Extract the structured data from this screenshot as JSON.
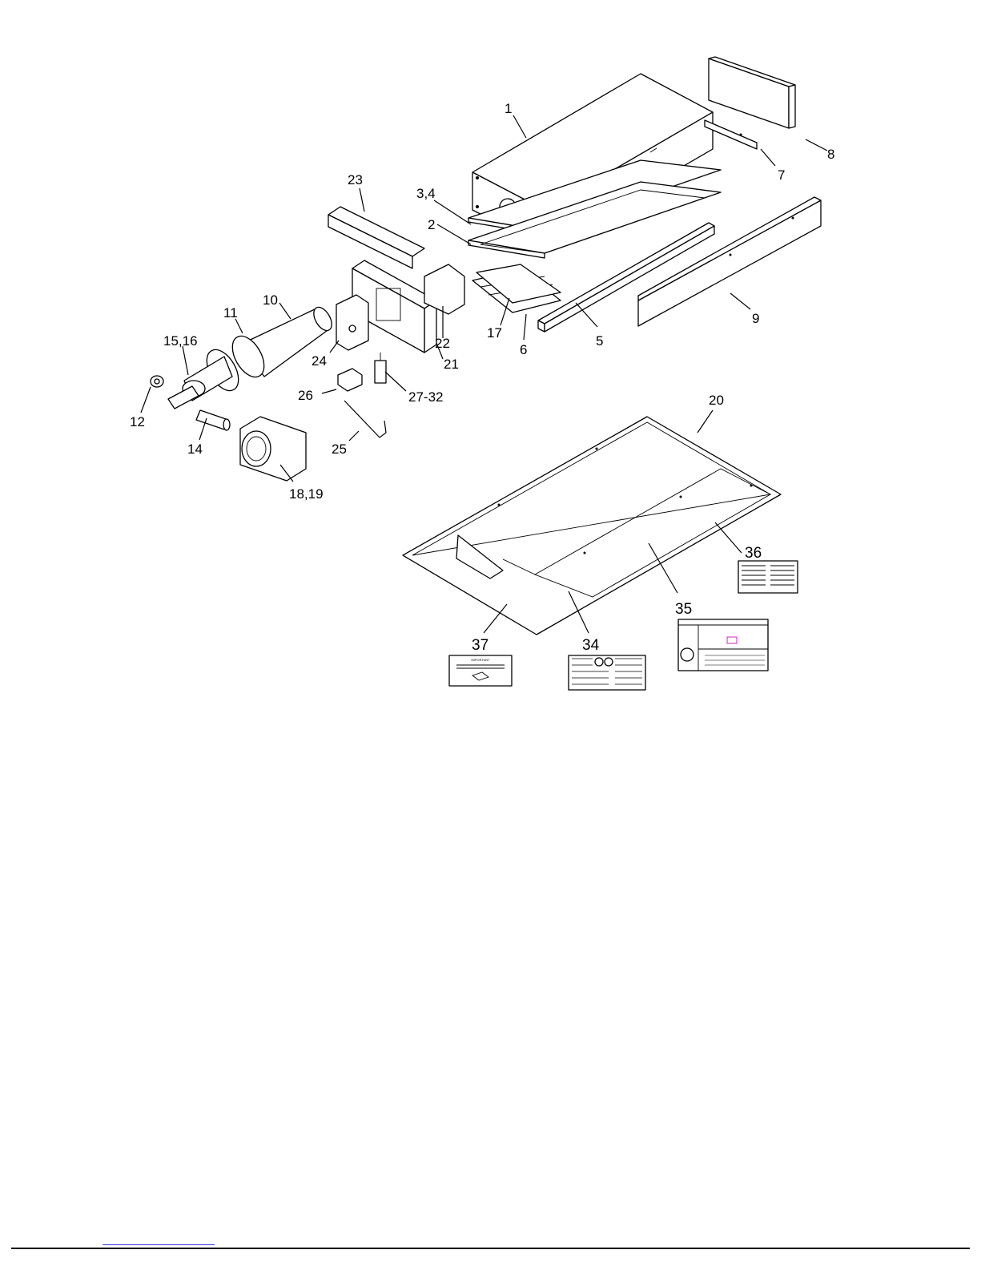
{
  "diagram": {
    "labels": {
      "p1": "1",
      "p2": "2",
      "p34a": "3,4",
      "p5": "5",
      "p6": "6",
      "p7": "7",
      "p8": "8",
      "p9": "9",
      "p10": "10",
      "p11": "11",
      "p12": "12",
      "p14": "14",
      "p1516": "15,16",
      "p17": "17",
      "p1819": "18,19",
      "p20": "20",
      "p21": "21",
      "p22": "22",
      "p23": "23",
      "p24": "24",
      "p25": "25",
      "p26": "26",
      "p2732": "27-32",
      "p34": "34",
      "p35": "35",
      "p36": "36",
      "p37": "37"
    },
    "decal37": {
      "heading": "IMPORTANT"
    }
  }
}
